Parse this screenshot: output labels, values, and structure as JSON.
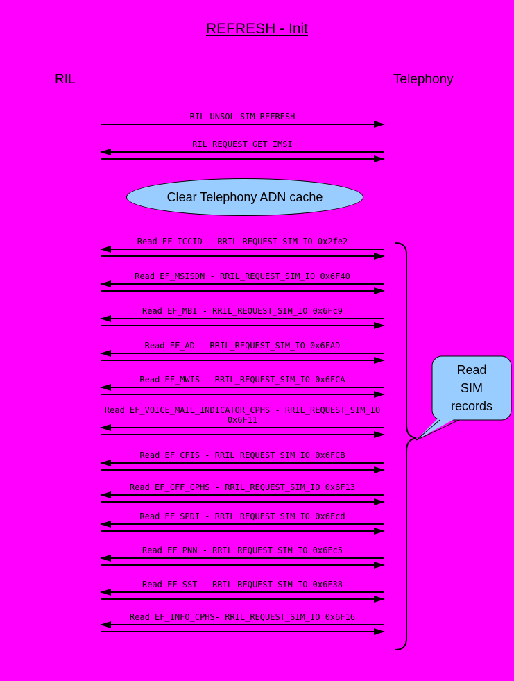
{
  "title": "REFRESH - Init",
  "participants": {
    "left": "RIL",
    "right": "Telephony"
  },
  "messages": [
    {
      "label": "RIL_UNSOL_SIM_REFRESH",
      "direction": "right"
    },
    {
      "label": "RIL_REQUEST_GET_IMSI",
      "direction": "both"
    }
  ],
  "note": "Clear Telephony ADN cache",
  "reads": [
    "Read EF_ICCID - RRIL_REQUEST_SIM_IO 0x2fe2",
    "Read EF_MSISDN - RRIL_REQUEST_SIM_IO 0x6F40",
    "Read EF_MBI - RRIL_REQUEST_SIM_IO 0x6Fc9",
    "Read EF_AD - RRIL_REQUEST_SIM_IO 0x6FAD",
    "Read EF_MWIS - RRIL_REQUEST_SIM_IO 0x6FCA",
    "Read EF_VOICE_MAIL_INDICATOR_CPHS - RRIL_REQUEST_SIM_IO 0x6F11",
    "Read EF_CFIS - RRIL_REQUEST_SIM_IO 0x6FCB",
    "Read EF_CFF_CPHS - RRIL_REQUEST_SIM_IO 0x6F13",
    "Read EF_SPDI - RRIL_REQUEST_SIM_IO 0x6Fcd",
    "Read EF_PNN - RRIL_REQUEST_SIM_IO 0x6Fc5",
    "Read EF_SST - RRIL_REQUEST_SIM_IO 0x6F38",
    "Read EF_INFO_CPHS- RRIL_REQUEST_SIM_IO 0x6F16"
  ],
  "callout": "Read SIM records",
  "colors": {
    "background": "#FF00FF",
    "note_fill": "#99CCFF",
    "line": "#000000"
  }
}
